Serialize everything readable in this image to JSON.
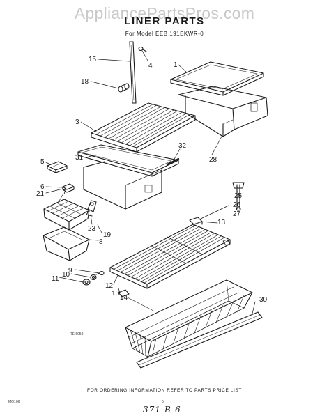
{
  "watermark": "AppliancePartsPros.com",
  "title": "LINER PARTS",
  "model_line": "For Model EEB 191EKWR-0",
  "callouts": [
    "1",
    "3",
    "4",
    "5",
    "6",
    "7",
    "8",
    "9",
    "10",
    "11",
    "12",
    "13",
    "13",
    "14",
    "15",
    "18",
    "19",
    "21",
    "23",
    "25",
    "26",
    "27",
    "28",
    "30",
    "31",
    "32"
  ],
  "figure_code": "RE 6059",
  "footer": "FOR ORDERING INFORMATION REFER TO PARTS PRICE LIST",
  "page_code": "MO106",
  "page_dot": "5",
  "handwritten_ref": "371-B-6"
}
